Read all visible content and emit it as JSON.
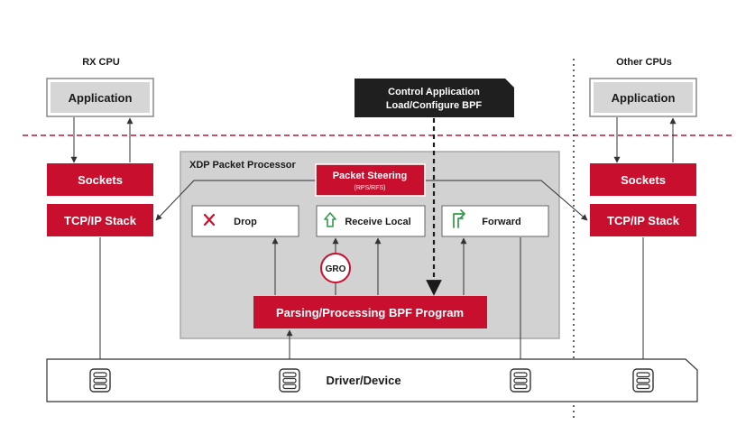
{
  "left_column": {
    "title": "RX CPU",
    "application": "Application",
    "sockets": "Sockets",
    "tcpip": "TCP/IP Stack"
  },
  "right_column": {
    "title": "Other CPUs",
    "application": "Application",
    "sockets": "Sockets",
    "tcpip": "TCP/IP Stack"
  },
  "control": {
    "line1": "Control Application",
    "line2": "Load/Configure BPF"
  },
  "xdp": {
    "title": "XDP Packet Processor",
    "steering_title": "Packet Steering",
    "steering_sub": "(RPS/RFS)",
    "drop": "Drop",
    "receive_local": "Receive Local",
    "forward": "Forward",
    "gro": "GRO",
    "parsing": "Parsing/Processing BPF Program"
  },
  "driver": {
    "label": "Driver/Device"
  },
  "colors": {
    "accent_red": "#c8102e",
    "dark_box": "#1f1f1f",
    "xdp_bg": "#d2d2d2",
    "app_bg": "#d6d6d6",
    "icon_green": "#2e9a48"
  },
  "icons": {
    "drop": "x-icon",
    "receive_local": "up-arrow-icon",
    "forward": "forward-arrow-icon",
    "queue": "queue-stack-icon"
  }
}
